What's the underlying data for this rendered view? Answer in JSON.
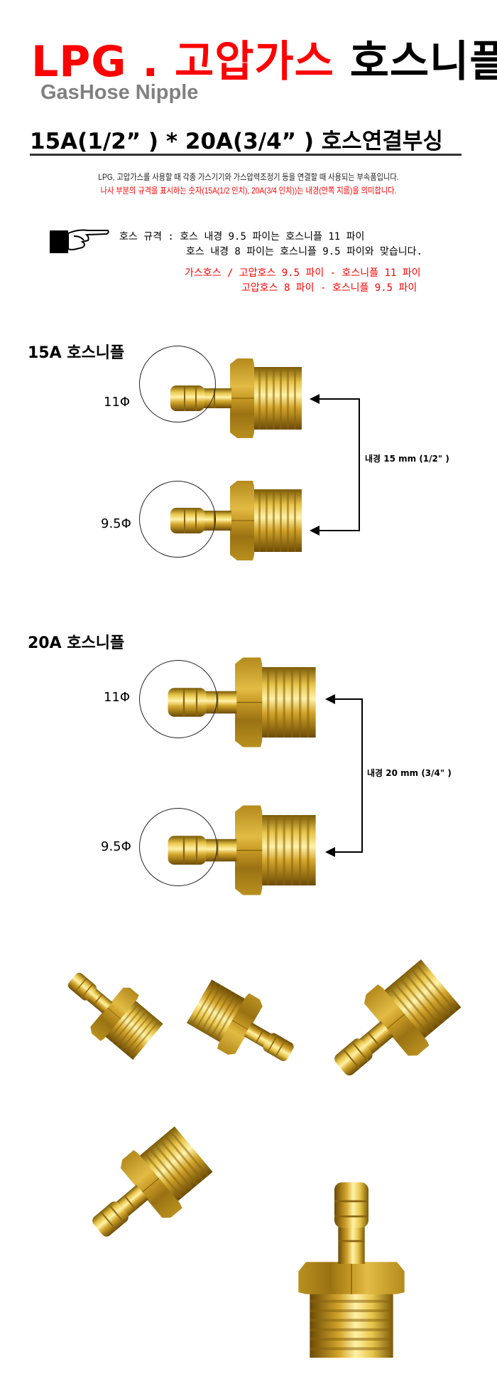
{
  "header": {
    "title_red": "LPG . 고압가스",
    "title_black": "호스니플",
    "subtitle": "GasHose Nipple",
    "heading": "15A(1/2” ) * 20A(3/4” ) 호스연결부싱"
  },
  "description": {
    "line1": "LPG, 고압가스를 사용할 때 각종 가스기기와 가스압력조정기 등을 연결할 때 사용되는 부속품입니다.",
    "line2": "나사 부분의 규격을 표시하는 숫자(15A(1/2 인치), 20A(3/4 인치))는 내경(안쪽 지름)을 의미합니다."
  },
  "spec": {
    "label": "호스 규격 :",
    "line1": "호스 내경 9.5 파이는 호스니플 11 파이",
    "line2": "호스 내경 8 파이는 호스니플 9.5 파이와 맞습니다.",
    "red1": "가스호스 / 고압호스 9.5 파이 - 호스니플 11 파이",
    "red2": "고압호스 8 파이 - 호스니플 9.5 파이"
  },
  "sections": [
    {
      "title": "15A 호스니플",
      "top_label": "11Φ",
      "bottom_label": "9.5Φ",
      "dimension": "내경 15 mm (1/2\" )"
    },
    {
      "title": "20A 호스니플",
      "top_label": "11Φ",
      "bottom_label": "9.5Φ",
      "dimension": "내경 20 mm (3/4\" )"
    }
  ],
  "colors": {
    "accent": "#ff0000",
    "subtitle": "#808080",
    "brass": "#d4a92a"
  },
  "icons": {
    "pointer": "pointing-hand-icon"
  }
}
